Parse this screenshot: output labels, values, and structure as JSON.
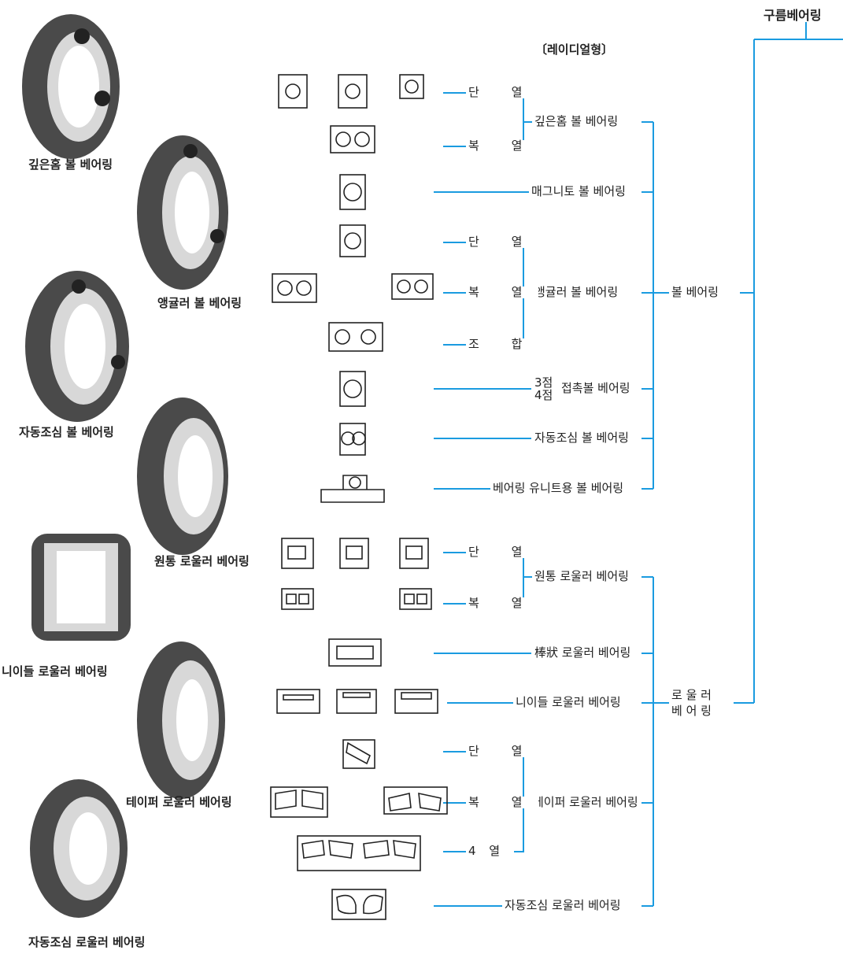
{
  "title": "구름베어링",
  "subtitle": "〔레이디얼형〕",
  "categories": {
    "ball": "볼 베어링",
    "roller_line1": "로 울 러",
    "roller_line2": "베 어 링"
  },
  "groups": {
    "deep_groove": "깊은홈 볼 베어링",
    "magneto": "매그니토 볼 베어링",
    "angular": "앵귤러 볼 베어링",
    "four_point_a": "3점",
    "four_point_b": "4점",
    "four_point_c": "접촉볼 베어링",
    "self_align_ball": "자동조심 볼 베어링",
    "unit_ball": "베어링 유니트용 볼 베어링",
    "cylindrical": "원통 로울러 베어링",
    "rod": "棒狀 로울러 베어링",
    "needle": "니이들 로울러 베어링",
    "taper": "테이퍼 로울러 베어링",
    "self_align_roller": "자동조심 로울러 베어링"
  },
  "rows": {
    "single": "단 열",
    "double": "복 열",
    "combined": "조 합",
    "four": "4  열"
  },
  "captions": {
    "deep_groove": "깊은홈 볼 베어링",
    "angular": "앵귤러 볼 베어링",
    "self_align_ball": "자동조심 볼 베어링",
    "cylindrical": "원통 로울러 베어링",
    "needle": "니이들 로울러 베어링",
    "taper": "테이퍼 로울러 베어링",
    "self_align_roller": "자동조심 로울러 베어링"
  },
  "colors": {
    "line": "#1a9be0",
    "ink": "#222222"
  }
}
